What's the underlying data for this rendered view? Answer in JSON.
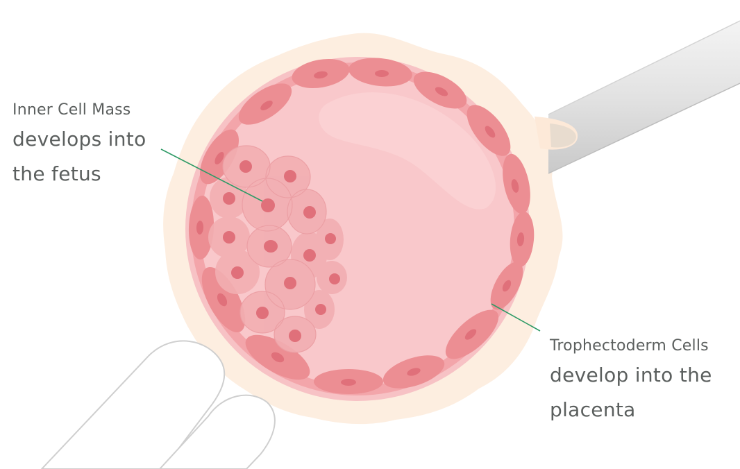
{
  "labels": {
    "inner_cell_mass": {
      "title": "Inner Cell Mass",
      "lines": [
        "develops into",
        "the fetus"
      ]
    },
    "trophectoderm": {
      "title": "Trophectoderm Cells",
      "lines": [
        "develop into the",
        "placenta"
      ]
    }
  },
  "colors": {
    "zona": "#fdeee0",
    "cavity": "#f9c8cb",
    "rim": "#f3a5aa",
    "cell": "#ec8e93",
    "nucleus": "#e0707a",
    "icm_cell": "#f2aeb2",
    "leader": "#2e9a66",
    "text": "#5b5f5e",
    "pipette": "#dcdcdc"
  }
}
